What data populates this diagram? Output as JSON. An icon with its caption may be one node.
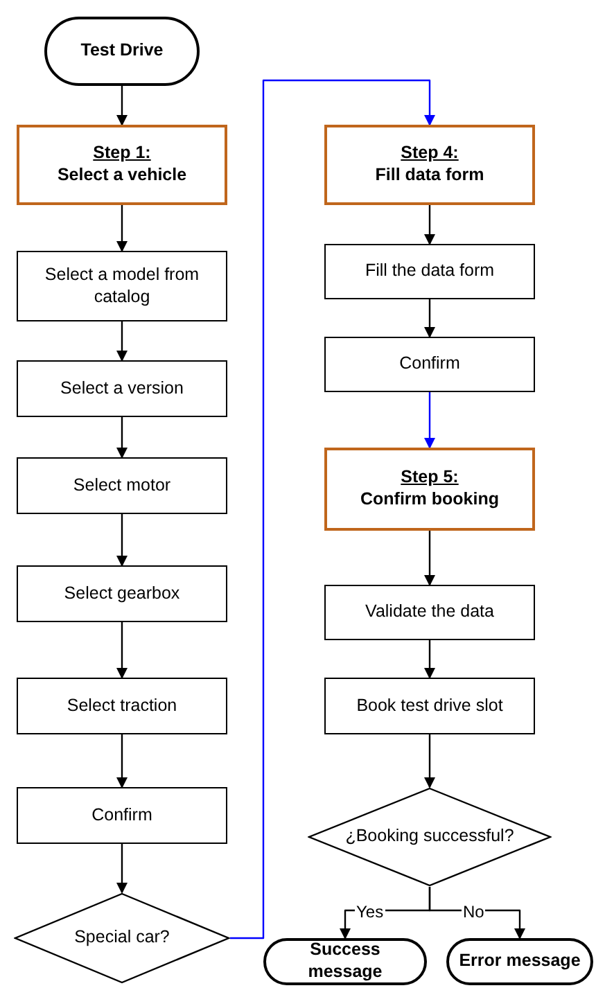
{
  "diagram": {
    "nodes": [
      {
        "text": [
          "Test Drive"
        ]
      },
      {
        "text": [
          "Step 1:",
          "Select a vehicle"
        ]
      },
      {
        "text": [
          "Select a model from catalog"
        ]
      },
      {
        "text": [
          "Select a version"
        ]
      },
      {
        "text": [
          "Select  motor"
        ]
      },
      {
        "text": [
          "Select  gearbox"
        ]
      },
      {
        "text": [
          "Select traction"
        ]
      },
      {
        "text": [
          "Confirm"
        ]
      },
      {
        "text": [
          "Special car?"
        ]
      },
      {
        "text": [
          "Step 4:",
          "Fill data form"
        ]
      },
      {
        "text": [
          "Fill the data form"
        ]
      },
      {
        "text": [
          "Confirm"
        ]
      },
      {
        "text": [
          "Step 5:",
          "Confirm booking"
        ]
      },
      {
        "text": [
          "Validate the data"
        ]
      },
      {
        "text": [
          "Book test drive slot"
        ]
      },
      {
        "text": [
          "¿Booking successful?"
        ]
      },
      {
        "text": [
          "Success message"
        ]
      },
      {
        "text": [
          "Error message"
        ]
      }
    ],
    "edges": [
      {
        "from": 0,
        "to": 1,
        "arrow": "to"
      },
      {
        "from": 1,
        "to": 2,
        "arrow": "to"
      },
      {
        "from": 2,
        "to": 3,
        "arrow": "to"
      },
      {
        "from": 3,
        "to": 4,
        "arrow": "to"
      },
      {
        "from": 4,
        "to": 5,
        "arrow": "to"
      },
      {
        "from": 5,
        "to": 6,
        "arrow": "to"
      },
      {
        "from": 6,
        "to": 7,
        "arrow": "to"
      },
      {
        "from": 7,
        "to": 8,
        "arrow": "to"
      },
      {
        "from": 8,
        "to": 9,
        "arrow": "to",
        "color": "#0000ff"
      },
      {
        "from": 9,
        "to": 10,
        "arrow": "to"
      },
      {
        "from": 10,
        "to": 11,
        "arrow": "to"
      },
      {
        "from": 11,
        "to": 12,
        "arrow": "to",
        "color": "#0000ff"
      },
      {
        "from": 12,
        "to": 13,
        "arrow": "to"
      },
      {
        "from": 13,
        "to": 14,
        "arrow": "to"
      },
      {
        "from": 14,
        "to": 15,
        "arrow": "to"
      },
      {
        "from": 15,
        "to": 16,
        "arrow": "to",
        "label": "Yes"
      },
      {
        "from": 15,
        "to": 17,
        "arrow": "to",
        "label": "No"
      }
    ]
  }
}
